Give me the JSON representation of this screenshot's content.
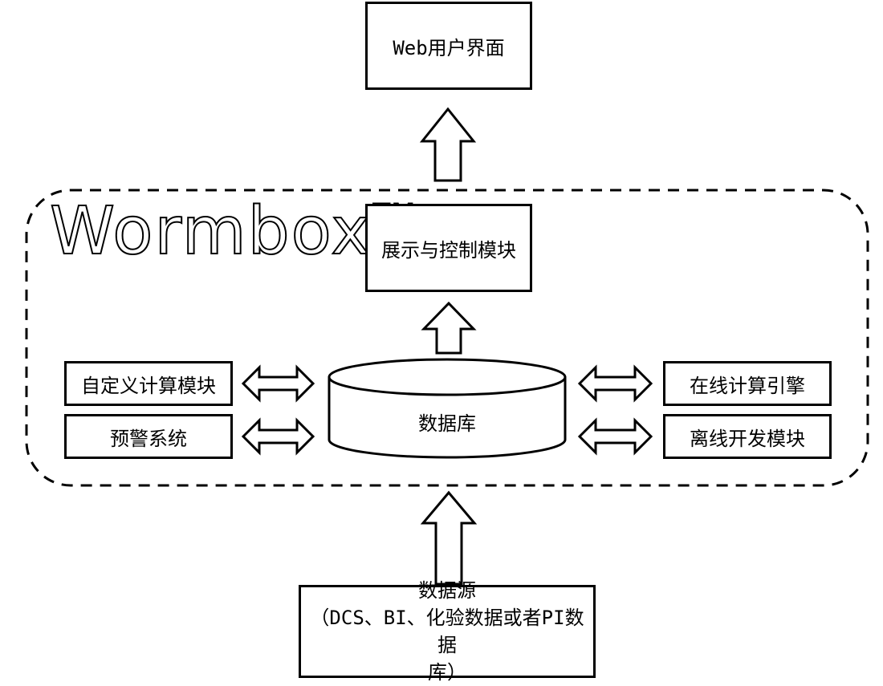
{
  "logo": {
    "name": "Wormbox",
    "mark": "TM"
  },
  "boxes": {
    "web_ui": "Web用户界面",
    "display_control": "展示与控制模块",
    "custom_calc": "自定义计算模块",
    "warning": "预警系统",
    "online_calc": "在线计算引擎",
    "offline_dev": "离线开发模块",
    "database": "数据库"
  },
  "source": {
    "line1": "数据源",
    "line2": "（DCS、BI、化验数据或者PI数据",
    "line3": "库）"
  }
}
